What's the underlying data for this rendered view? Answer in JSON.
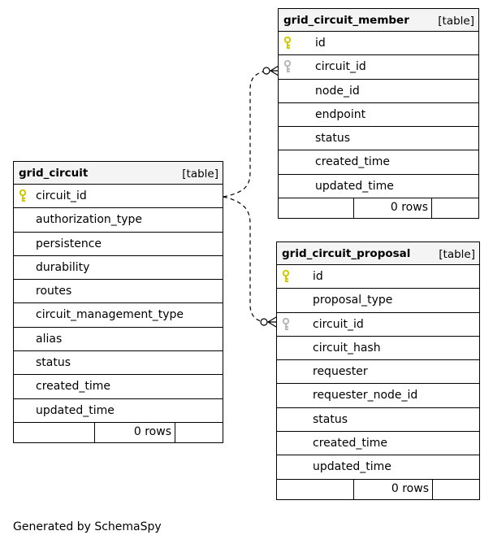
{
  "colors": {
    "primary_key": "#d4c800",
    "foreign_key": "#b8b8b8",
    "header_bg": "#f4f4f4"
  },
  "tables": {
    "grid_circuit": {
      "name": "grid_circuit",
      "type": "[table]",
      "rows_label": "0 rows",
      "columns": [
        {
          "name": "circuit_id",
          "key": "primary"
        },
        {
          "name": "authorization_type",
          "key": "none"
        },
        {
          "name": "persistence",
          "key": "none"
        },
        {
          "name": "durability",
          "key": "none"
        },
        {
          "name": "routes",
          "key": "none"
        },
        {
          "name": "circuit_management_type",
          "key": "none"
        },
        {
          "name": "alias",
          "key": "none"
        },
        {
          "name": "status",
          "key": "none"
        },
        {
          "name": "created_time",
          "key": "none"
        },
        {
          "name": "updated_time",
          "key": "none"
        }
      ]
    },
    "grid_circuit_member": {
      "name": "grid_circuit_member",
      "type": "[table]",
      "rows_label": "0 rows",
      "columns": [
        {
          "name": "id",
          "key": "primary"
        },
        {
          "name": "circuit_id",
          "key": "foreign"
        },
        {
          "name": "node_id",
          "key": "none"
        },
        {
          "name": "endpoint",
          "key": "none"
        },
        {
          "name": "status",
          "key": "none"
        },
        {
          "name": "created_time",
          "key": "none"
        },
        {
          "name": "updated_time",
          "key": "none"
        }
      ]
    },
    "grid_circuit_proposal": {
      "name": "grid_circuit_proposal",
      "type": "[table]",
      "rows_label": "0 rows",
      "columns": [
        {
          "name": "id",
          "key": "primary"
        },
        {
          "name": "proposal_type",
          "key": "none"
        },
        {
          "name": "circuit_id",
          "key": "foreign"
        },
        {
          "name": "circuit_hash",
          "key": "none"
        },
        {
          "name": "requester",
          "key": "none"
        },
        {
          "name": "requester_node_id",
          "key": "none"
        },
        {
          "name": "status",
          "key": "none"
        },
        {
          "name": "created_time",
          "key": "none"
        },
        {
          "name": "updated_time",
          "key": "none"
        }
      ]
    }
  },
  "footer": {
    "generated_by": "Generated by SchemaSpy"
  }
}
